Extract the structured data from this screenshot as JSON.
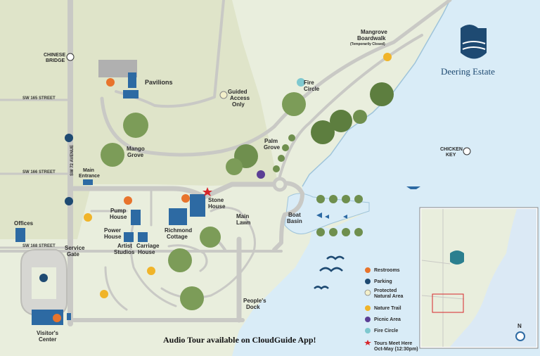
{
  "brand": {
    "title": "Deering Estate",
    "colors": {
      "navy": "#1e4a72",
      "teal": "#2b7f8f",
      "water": "#d9ecf7",
      "land": "#e9eedd",
      "road": "#c9c9c5"
    }
  },
  "streets": {
    "sw165": "SW 165 STREET",
    "sw166": "SW 166 STREET",
    "sw168": "SW 168 STREET",
    "sw72": "SW 72 AVENUE"
  },
  "labels": {
    "chinese_bridge_1": "CHINESE",
    "chinese_bridge_2": "BRIDGE",
    "pavilions": "Pavilions",
    "guided_1": "Guided",
    "guided_2": "Access",
    "guided_3": "Only",
    "mango_1": "Mango",
    "mango_2": "Grove",
    "main_entrance_1": "Main",
    "main_entrance_2": "Entrance",
    "pump_1": "Pump",
    "pump_2": "House",
    "power_1": "Power",
    "power_2": "House",
    "artist_1": "Artist",
    "artist_2": "Studios",
    "carriage_1": "Carriage",
    "carriage_2": "House",
    "stone_1": "Stone",
    "stone_2": "House",
    "richmond_1": "Richmond",
    "richmond_2": "Cottage",
    "main_lawn_1": "Main",
    "main_lawn_2": "Lawn",
    "palm_1": "Palm",
    "palm_2": "Grove",
    "fire_1": "Fire",
    "fire_2": "Circle",
    "mangrove_1": "Mangrove",
    "mangrove_2": "Boardwalk",
    "mangrove_3": "(Temporarily Closed)",
    "boat_1": "Boat",
    "boat_2": "Basin",
    "chicken_1": "CHICKEN",
    "chicken_2": "KEY",
    "offices": "Offices",
    "service_1": "Service",
    "service_2": "Gate",
    "peoples_1": "People's",
    "peoples_2": "Dock",
    "visitors_1": "Visitor's",
    "visitors_2": "Center",
    "audio_tour": "Audio Tour available on CloudGuide App!",
    "north": "N"
  },
  "legend": [
    {
      "icon": "restroom-icon",
      "color": "#e8742c",
      "label": "Restrooms"
    },
    {
      "icon": "parking-icon",
      "color": "#1e4a72",
      "label": "Parking"
    },
    {
      "icon": "protected-area-icon",
      "color": "#f2efc9",
      "label": "Protected",
      "label2": "Natural Area"
    },
    {
      "icon": "nature-trail-icon",
      "color": "#f0b429",
      "label": "Nature Trail"
    },
    {
      "icon": "picnic-icon",
      "color": "#5b3f95",
      "label": "Picnic Area"
    },
    {
      "icon": "fire-circle-icon",
      "color": "#7ec8cf",
      "label": "Fire Circle"
    },
    {
      "icon": "tour-star-icon",
      "color": "#d7262b",
      "label": "Tours Meet Here",
      "label2": "Oct-May (12:30pm)"
    }
  ]
}
